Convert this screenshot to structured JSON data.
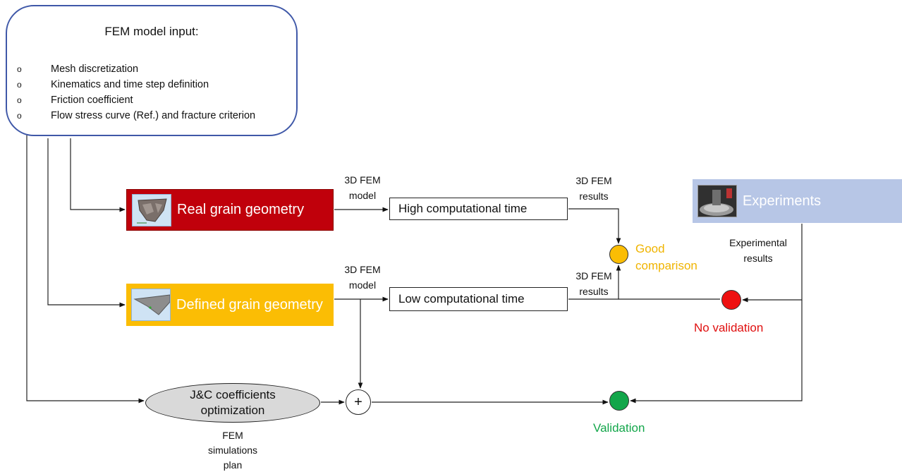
{
  "input": {
    "title": "FEM model input:",
    "items": [
      "Mesh discretization",
      "Kinematics and time step definition",
      "Friction coefficient",
      "Flow stress curve (Ref.) and fracture criterion"
    ],
    "bullet": "o"
  },
  "real_grain": {
    "label": "Real grain geometry",
    "color": "#c0000b"
  },
  "defined_grain": {
    "label": "Defined grain geometry",
    "color": "#fbbd04"
  },
  "experiments": {
    "label": "Experiments",
    "color": "#b7c6e6"
  },
  "edges": {
    "real_model": [
      "3D FEM",
      "model"
    ],
    "defined_model": [
      "3D FEM",
      "model"
    ],
    "high_results": [
      "3D FEM",
      "results"
    ],
    "low_results": [
      "3D FEM",
      "results"
    ],
    "experimental_results": [
      "Experimental",
      "results"
    ]
  },
  "high_comp": "High computational time",
  "low_comp": "Low computational time",
  "good": {
    "label": [
      "Good",
      "comparison"
    ],
    "color": "#fbbd04"
  },
  "no_validation": {
    "label": "No validation",
    "color": "#ee1111"
  },
  "validation": {
    "label": "Validation",
    "color": "#12a64a"
  },
  "jc": {
    "label": [
      "J&C coefficients",
      "optimization"
    ]
  },
  "sum_symbol": "+",
  "fem_plan": [
    "FEM",
    "simulations",
    "plan"
  ]
}
